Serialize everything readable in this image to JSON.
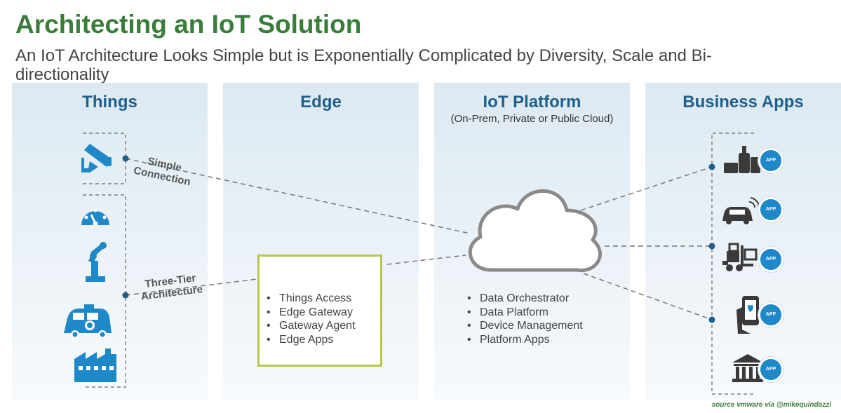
{
  "header": {
    "title": "Architecting an IoT Solution",
    "subtitle": "An IoT Architecture Looks Simple but is Exponentially Complicated by Diversity, Scale and Bi-directionality"
  },
  "columns": {
    "things": {
      "title": "Things"
    },
    "edge": {
      "title": "Edge"
    },
    "platform": {
      "title": "IoT Platform",
      "subtitle": "(On-Prem, Private or Public Cloud)"
    },
    "business": {
      "title": "Business Apps"
    }
  },
  "connections": {
    "simple_line1": "Simple",
    "simple_line2": "Connection",
    "tier_line1": "Three-Tier",
    "tier_line2": "Architecture"
  },
  "edge_items": [
    "Things Access",
    "Edge Gateway",
    "Gateway Agent",
    "Edge Apps"
  ],
  "platform_items": [
    "Data Orchestrator",
    "Data Platform",
    "Device Management",
    "Platform Apps"
  ],
  "app_badge_label": "APP",
  "colors": {
    "title": "#3a7d3a",
    "heading": "#1f5f8b",
    "icon_blue": "#1e88c8",
    "icon_dark": "#3a3a3a",
    "edge_border": "#b5c84a"
  },
  "thing_icons": [
    "security-camera-icon",
    "gauge-icon",
    "robot-arm-icon",
    "vehicle-icon",
    "factory-icon"
  ],
  "business_icons": [
    "retail-products-icon",
    "connected-car-icon",
    "forklift-icon",
    "healthcare-phone-icon",
    "bank-icon"
  ],
  "source": "source vmware via @mikequindazzi"
}
